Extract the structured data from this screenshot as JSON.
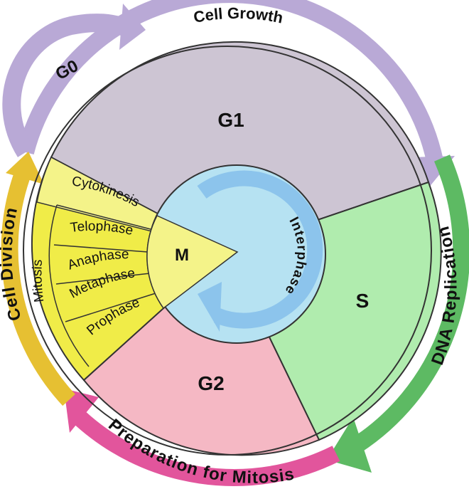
{
  "phases": {
    "g0": "G0",
    "g1": "G1",
    "s": "S",
    "g2": "G2",
    "m": "M"
  },
  "outer_arcs": {
    "cell_growth": "Cell Growth",
    "dna_replication": "DNA Replication",
    "preparation_for_mitosis": "Preparation for Mitosis",
    "cell_division": "Cell Division"
  },
  "m_phase": {
    "mitosis": "Mitosis",
    "cytokinesis": "Cytokinesis",
    "subphases": [
      "Telophase",
      "Anaphase",
      "Metaphase",
      "Prophase"
    ]
  },
  "interphase": "Interphase",
  "colors": {
    "g1": "#cdc5d3",
    "s": "#b0ecae",
    "g2": "#f5b8c4",
    "m_region": "#f4f389",
    "mitosis_band": "#f0ec48",
    "inner_disc": "#b6e2f2",
    "inner_arrow": "#8cc4ec",
    "arc_purple": "#b9a9d6",
    "arc_green": "#5dba63",
    "arc_pink": "#e2559c",
    "arc_yellow": "#e6c032"
  }
}
